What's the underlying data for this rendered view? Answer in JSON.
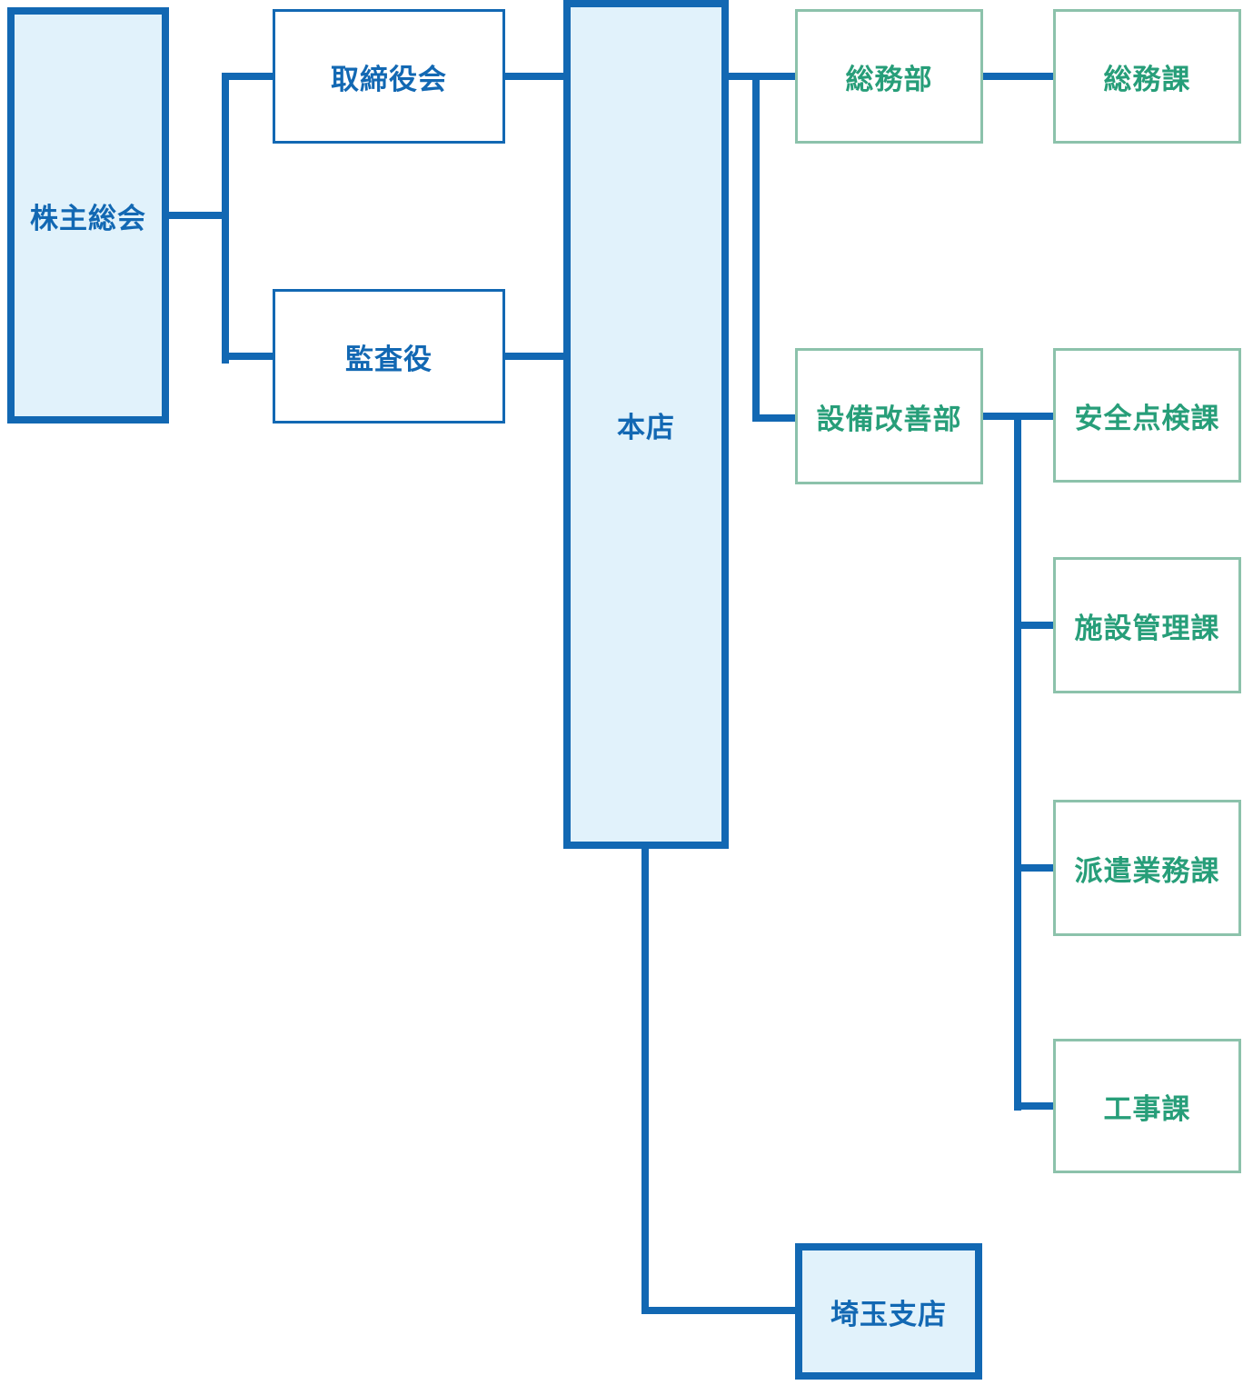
{
  "colors": {
    "blue": "#1268b3",
    "light_blue": "#e1f2fb",
    "green_border": "#8cc2ab",
    "green_text": "#279e79"
  },
  "nodes": {
    "shareholders": {
      "label": "株主総会"
    },
    "board": {
      "label": "取締役会"
    },
    "auditor": {
      "label": "監査役"
    },
    "head_office": {
      "label": "本店"
    },
    "general_affairs_dept": {
      "label": "総務部"
    },
    "general_affairs_section": {
      "label": "総務課"
    },
    "facility_improvement_dept": {
      "label": "設備改善部"
    },
    "safety_inspection_section": {
      "label": "安全点検課"
    },
    "facility_management_section": {
      "label": "施設管理課"
    },
    "dispatch_operations_section": {
      "label": "派遣業務課"
    },
    "construction_section": {
      "label": "工事課"
    },
    "saitama_branch": {
      "label": "埼玉支店"
    }
  },
  "edges": [
    {
      "from": "shareholders",
      "to": "board"
    },
    {
      "from": "shareholders",
      "to": "auditor"
    },
    {
      "from": "board",
      "to": "head_office"
    },
    {
      "from": "auditor",
      "to": "head_office"
    },
    {
      "from": "head_office",
      "to": "general_affairs_dept"
    },
    {
      "from": "head_office",
      "to": "facility_improvement_dept"
    },
    {
      "from": "head_office",
      "to": "saitama_branch"
    },
    {
      "from": "general_affairs_dept",
      "to": "general_affairs_section"
    },
    {
      "from": "facility_improvement_dept",
      "to": "safety_inspection_section"
    },
    {
      "from": "facility_improvement_dept",
      "to": "facility_management_section"
    },
    {
      "from": "facility_improvement_dept",
      "to": "dispatch_operations_section"
    },
    {
      "from": "facility_improvement_dept",
      "to": "construction_section"
    }
  ]
}
